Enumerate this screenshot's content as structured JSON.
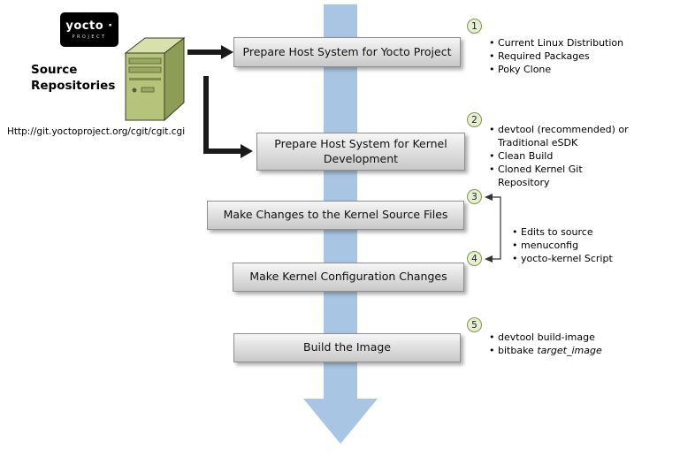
{
  "diagram": {
    "logo": {
      "brand": "yocto ·",
      "tagline": "PROJECT"
    },
    "source": {
      "title_line1": "Source",
      "title_line2": "Repositories",
      "url": "Http://git.yoctoproject.org/cgit/cgit.cgi"
    },
    "steps": [
      {
        "num": "1",
        "label": "Prepare Host System for Yocto Project",
        "bullets": [
          "Current Linux Distribution",
          "Required Packages",
          "Poky Clone"
        ]
      },
      {
        "num": "2",
        "label": "Prepare Host System for Kernel Development",
        "bullets": [
          "devtool (recommended) or Traditional eSDK",
          "Clean Build",
          "Cloned Kernel Git Repository"
        ]
      },
      {
        "num": "3",
        "label": "Make Changes to the Kernel Source Files"
      },
      {
        "num": "4",
        "label": "Make Kernel Configuration Changes"
      },
      {
        "num": "5",
        "label": "Build the Image",
        "bullets": [
          "devtool build-image"
        ],
        "bitbake_prefix": "bitbake ",
        "bitbake_arg": "target_image"
      }
    ],
    "shared_bullets_steps_3_4": [
      "Edits to source",
      "menuconfig",
      "yocto-kernel Script"
    ],
    "colors": {
      "flow_arrow": "#a8c6e4",
      "box_gradient_top": "#f6f6f6",
      "box_gradient_bottom": "#c8c8c8",
      "circle_fill": "#e6eed4",
      "circle_border": "#7d9a49",
      "computer_green": "#b5c37b",
      "connector_black": "#1a1a1a"
    }
  }
}
